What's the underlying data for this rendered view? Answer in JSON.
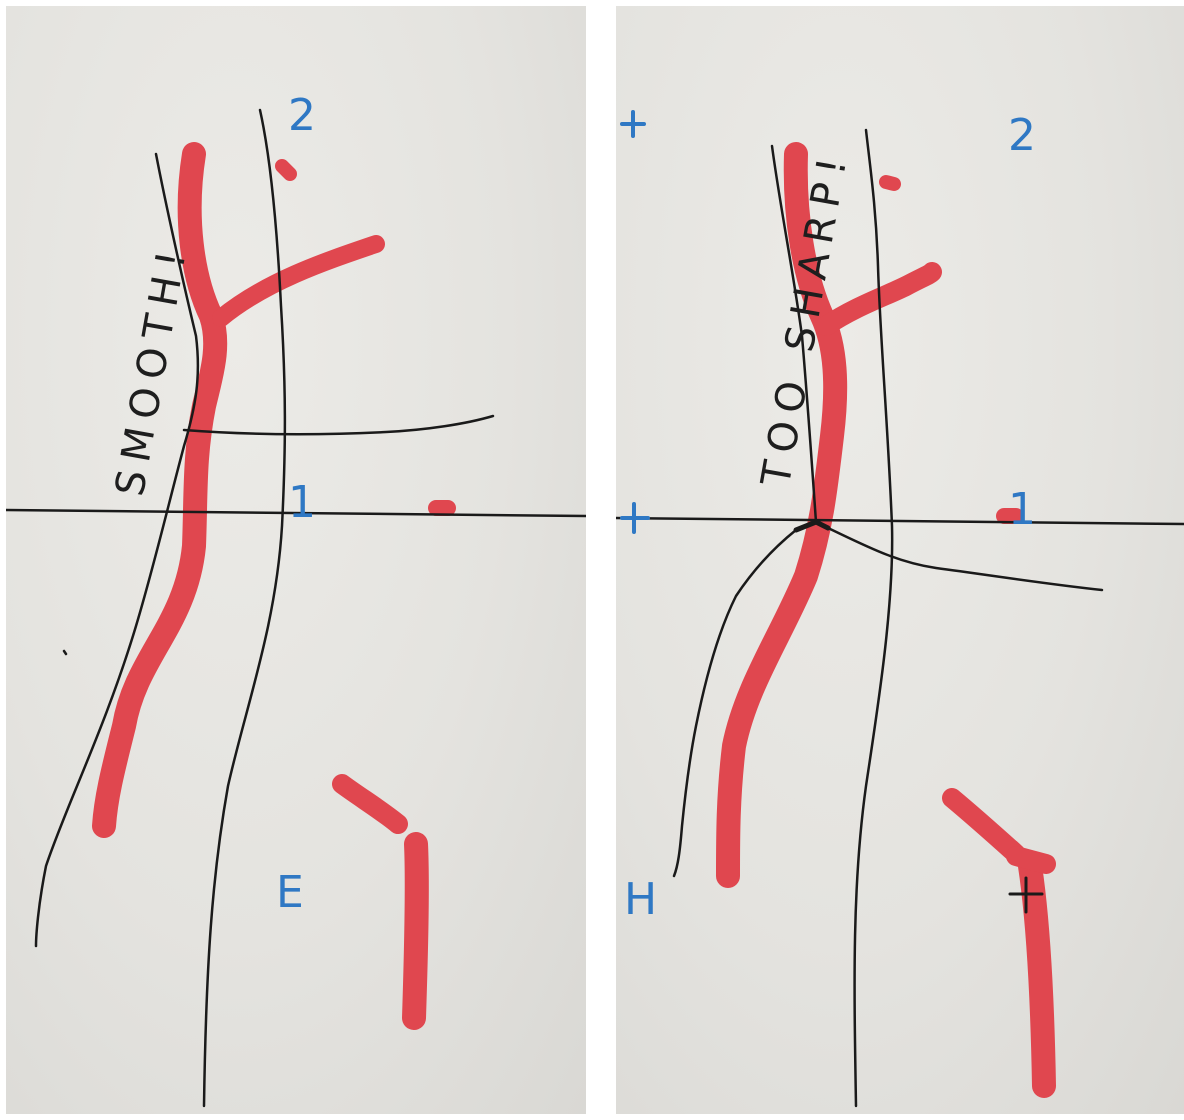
{
  "figure": {
    "left_panel": {
      "annotation": "SMOOTH!",
      "labels": {
        "top": "2",
        "middle": "1",
        "bottom": "E"
      }
    },
    "right_panel": {
      "annotation": "TOO SHARP!",
      "labels": {
        "top": "2",
        "middle": "1",
        "bottom": "H"
      },
      "margin_marks": [
        "+",
        "+"
      ]
    }
  },
  "colors": {
    "paper": "#e5e4e0",
    "red_marker": "#e0474f",
    "pencil": "#1a1a1a",
    "blue_ink": "#2f78c4"
  }
}
